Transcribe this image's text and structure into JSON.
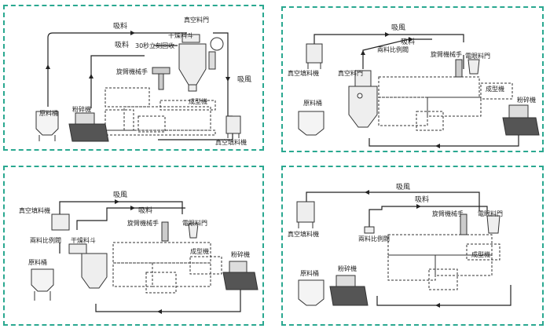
{
  "colors": {
    "frame": "#2aa890",
    "line": "#222222",
    "machine": "#444444",
    "fill": "#dcdcdc"
  },
  "panel1": {
    "suction_top": "吸料",
    "suction_mid": "吸料",
    "vacuum_door": "真空料門",
    "dryer": "干燥料斗",
    "recycle": "30秒立刻回收",
    "robot_arm": "旋臂機械手",
    "blower": "吸風",
    "raw_bin": "原料桶",
    "crusher": "粉碎機",
    "molding": "成型機",
    "vacuum_loader": "真空填料機"
  },
  "panel2": {
    "blower": "吸風",
    "suction": "吸料",
    "ratio_valve": "兩料比例閥",
    "robot_arm": "旋臂機械手",
    "eye_door": "電眼料門",
    "vacuum_loader": "真空填料機",
    "vacuum_door": "真空料門",
    "raw_bin": "原料桶",
    "molding": "成型機",
    "crusher": "粉碎機"
  },
  "panel3": {
    "vacuum_loader": "真空填料機",
    "blower": "吸風",
    "suction": "吸料",
    "ratio_valve": "兩料比例閥",
    "dryer": "干燥料斗",
    "robot_arm": "旋臂機械手",
    "eye_door": "電眼料門",
    "raw_bin": "原料桶",
    "molding": "成型機",
    "crusher": "粉碎機"
  },
  "panel4": {
    "blower": "吸風",
    "suction": "吸料",
    "robot_arm": "旋臂機械手",
    "eye_door": "電眼料門",
    "vacuum_loader": "真空填料機",
    "ratio_valve": "兩料比例閥",
    "crusher": "粉碎機",
    "raw_bin": "原料桶",
    "molding": "成型機"
  }
}
